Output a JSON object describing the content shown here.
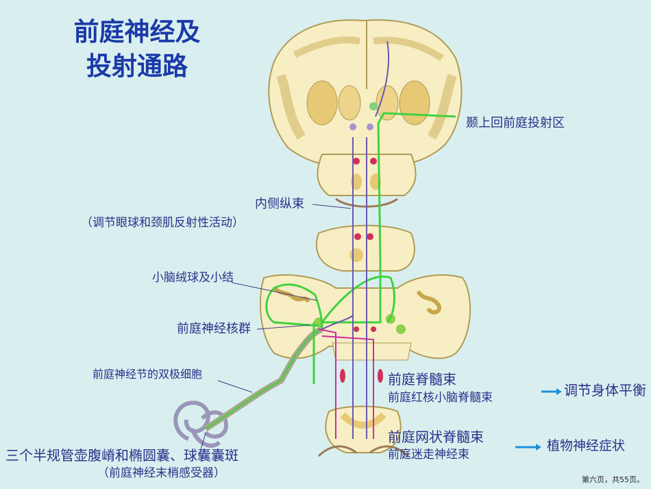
{
  "title": {
    "line1": "前庭神经及",
    "line2": "投射通路"
  },
  "labels": {
    "temporal_area": "颞上回前庭投射区",
    "mlf": "内侧纵束",
    "mlf_note": "（调节眼球和颈肌反射性活动）",
    "flocculonodular": "小脑绒球及小结",
    "vestibular_nuclei": "前庭神经核群",
    "vestibular_ganglion": "前庭神经节的双极细胞",
    "receptors": "三个半规管壶腹嵴和椭圆囊、球囊囊斑",
    "receptors_note": "（前庭神经末梢感受器）",
    "vestibulospinal": "前庭脊髓束",
    "rubro_cerebellar": "前庭红核小脑脊髓束",
    "reticulospinal": "前庭网状脊髓束",
    "vagus": "前庭迷走神经束",
    "balance": "调节身体平衡",
    "autonomic": "植物神经症状"
  },
  "footer": {
    "page": "第六页，共55页。"
  },
  "colors": {
    "background": "#d9efef",
    "title": "#1b3aa8",
    "label": "#2a2e8a",
    "pathway_green": "#3fd23f",
    "pathway_purple": "#6a58b0",
    "arrow_blue": "#1e90d6",
    "tissue": "#f7eec4",
    "gray_matter": "#e6c875"
  },
  "icons": {
    "arrow": "right-arrow-icon"
  }
}
